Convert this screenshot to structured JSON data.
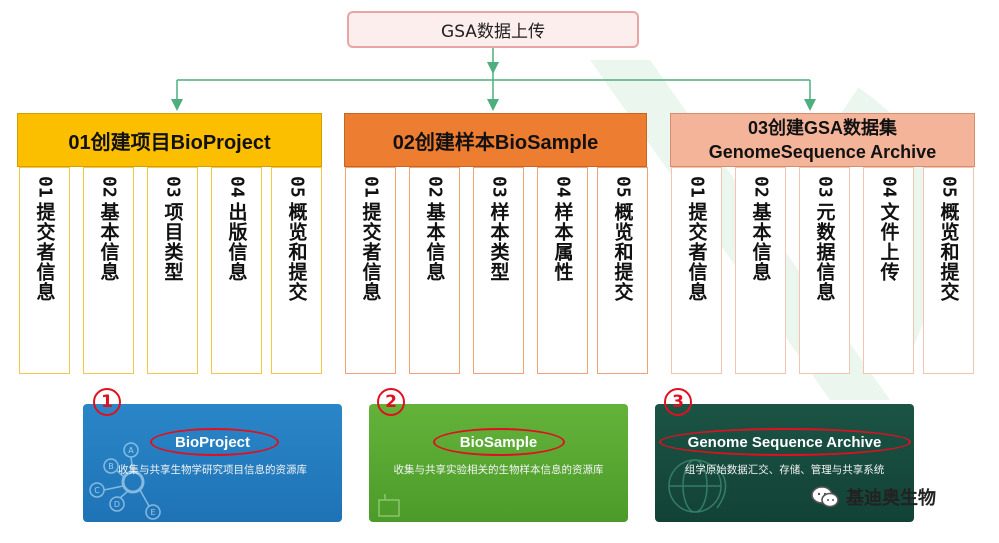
{
  "top": {
    "title": "GSA数据上传"
  },
  "sections": [
    {
      "title": "01创建项目BioProject",
      "steps": [
        {
          "num": "01",
          "label": "提交者信息"
        },
        {
          "num": "02",
          "label": "基本信息"
        },
        {
          "num": "03",
          "label": "项目类型"
        },
        {
          "num": "04",
          "label": "出版信息"
        },
        {
          "num": "05",
          "label": "概览和提交"
        }
      ]
    },
    {
      "title": "02创建样本BioSample",
      "steps": [
        {
          "num": "01",
          "label": "提交者信息"
        },
        {
          "num": "02",
          "label": "基本信息"
        },
        {
          "num": "03",
          "label": "样本类型"
        },
        {
          "num": "04",
          "label": "样本属性"
        },
        {
          "num": "05",
          "label": "概览和提交"
        }
      ]
    },
    {
      "title_line1": "03创建GSA数据集",
      "title_line2": "GenomeSequence Archive",
      "steps": [
        {
          "num": "01",
          "label": "提交者信息"
        },
        {
          "num": "02",
          "label": "基本信息"
        },
        {
          "num": "03",
          "label": "元数据信息"
        },
        {
          "num": "04",
          "label": "文件上传"
        },
        {
          "num": "05",
          "label": "概览和提交"
        }
      ]
    }
  ],
  "cards": [
    {
      "badge": "1",
      "title": "BioProject",
      "desc": "收集与共享生物学研究项目信息的资源库",
      "color": "#1e73b5"
    },
    {
      "badge": "2",
      "title": "BioSample",
      "desc": "收集与共享实验相关的生物样本信息的资源库",
      "color": "#4c9b2a"
    },
    {
      "badge": "3",
      "title": "Genome Sequence Archive",
      "desc": "组学原始数据汇交、存储、管理与共享系统",
      "color": "#124236"
    }
  ],
  "deco_letters": [
    "A",
    "B",
    "C",
    "D",
    "E"
  ],
  "brand": {
    "name": "基迪奥生物",
    "icon": "wechat-icon"
  },
  "colors": {
    "accent_red": "#e01020",
    "arrow": "#4caf7d"
  }
}
